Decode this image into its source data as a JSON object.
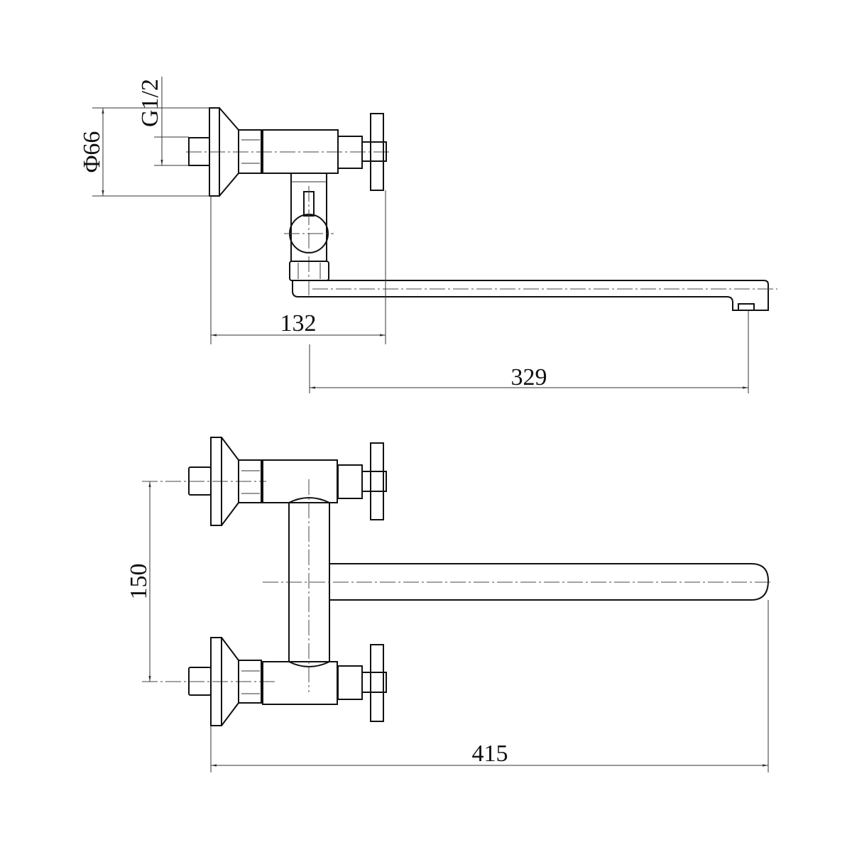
{
  "title": "Wall-mounted faucet technical drawing",
  "dimensions": {
    "flange_diameter": "Φ66",
    "thread": "G1/2",
    "depth_to_handle": "132",
    "spout_reach": "329",
    "center_distance": "150",
    "overall_length": "415"
  },
  "colors": {
    "line": "#111111",
    "background": "#ffffff"
  }
}
